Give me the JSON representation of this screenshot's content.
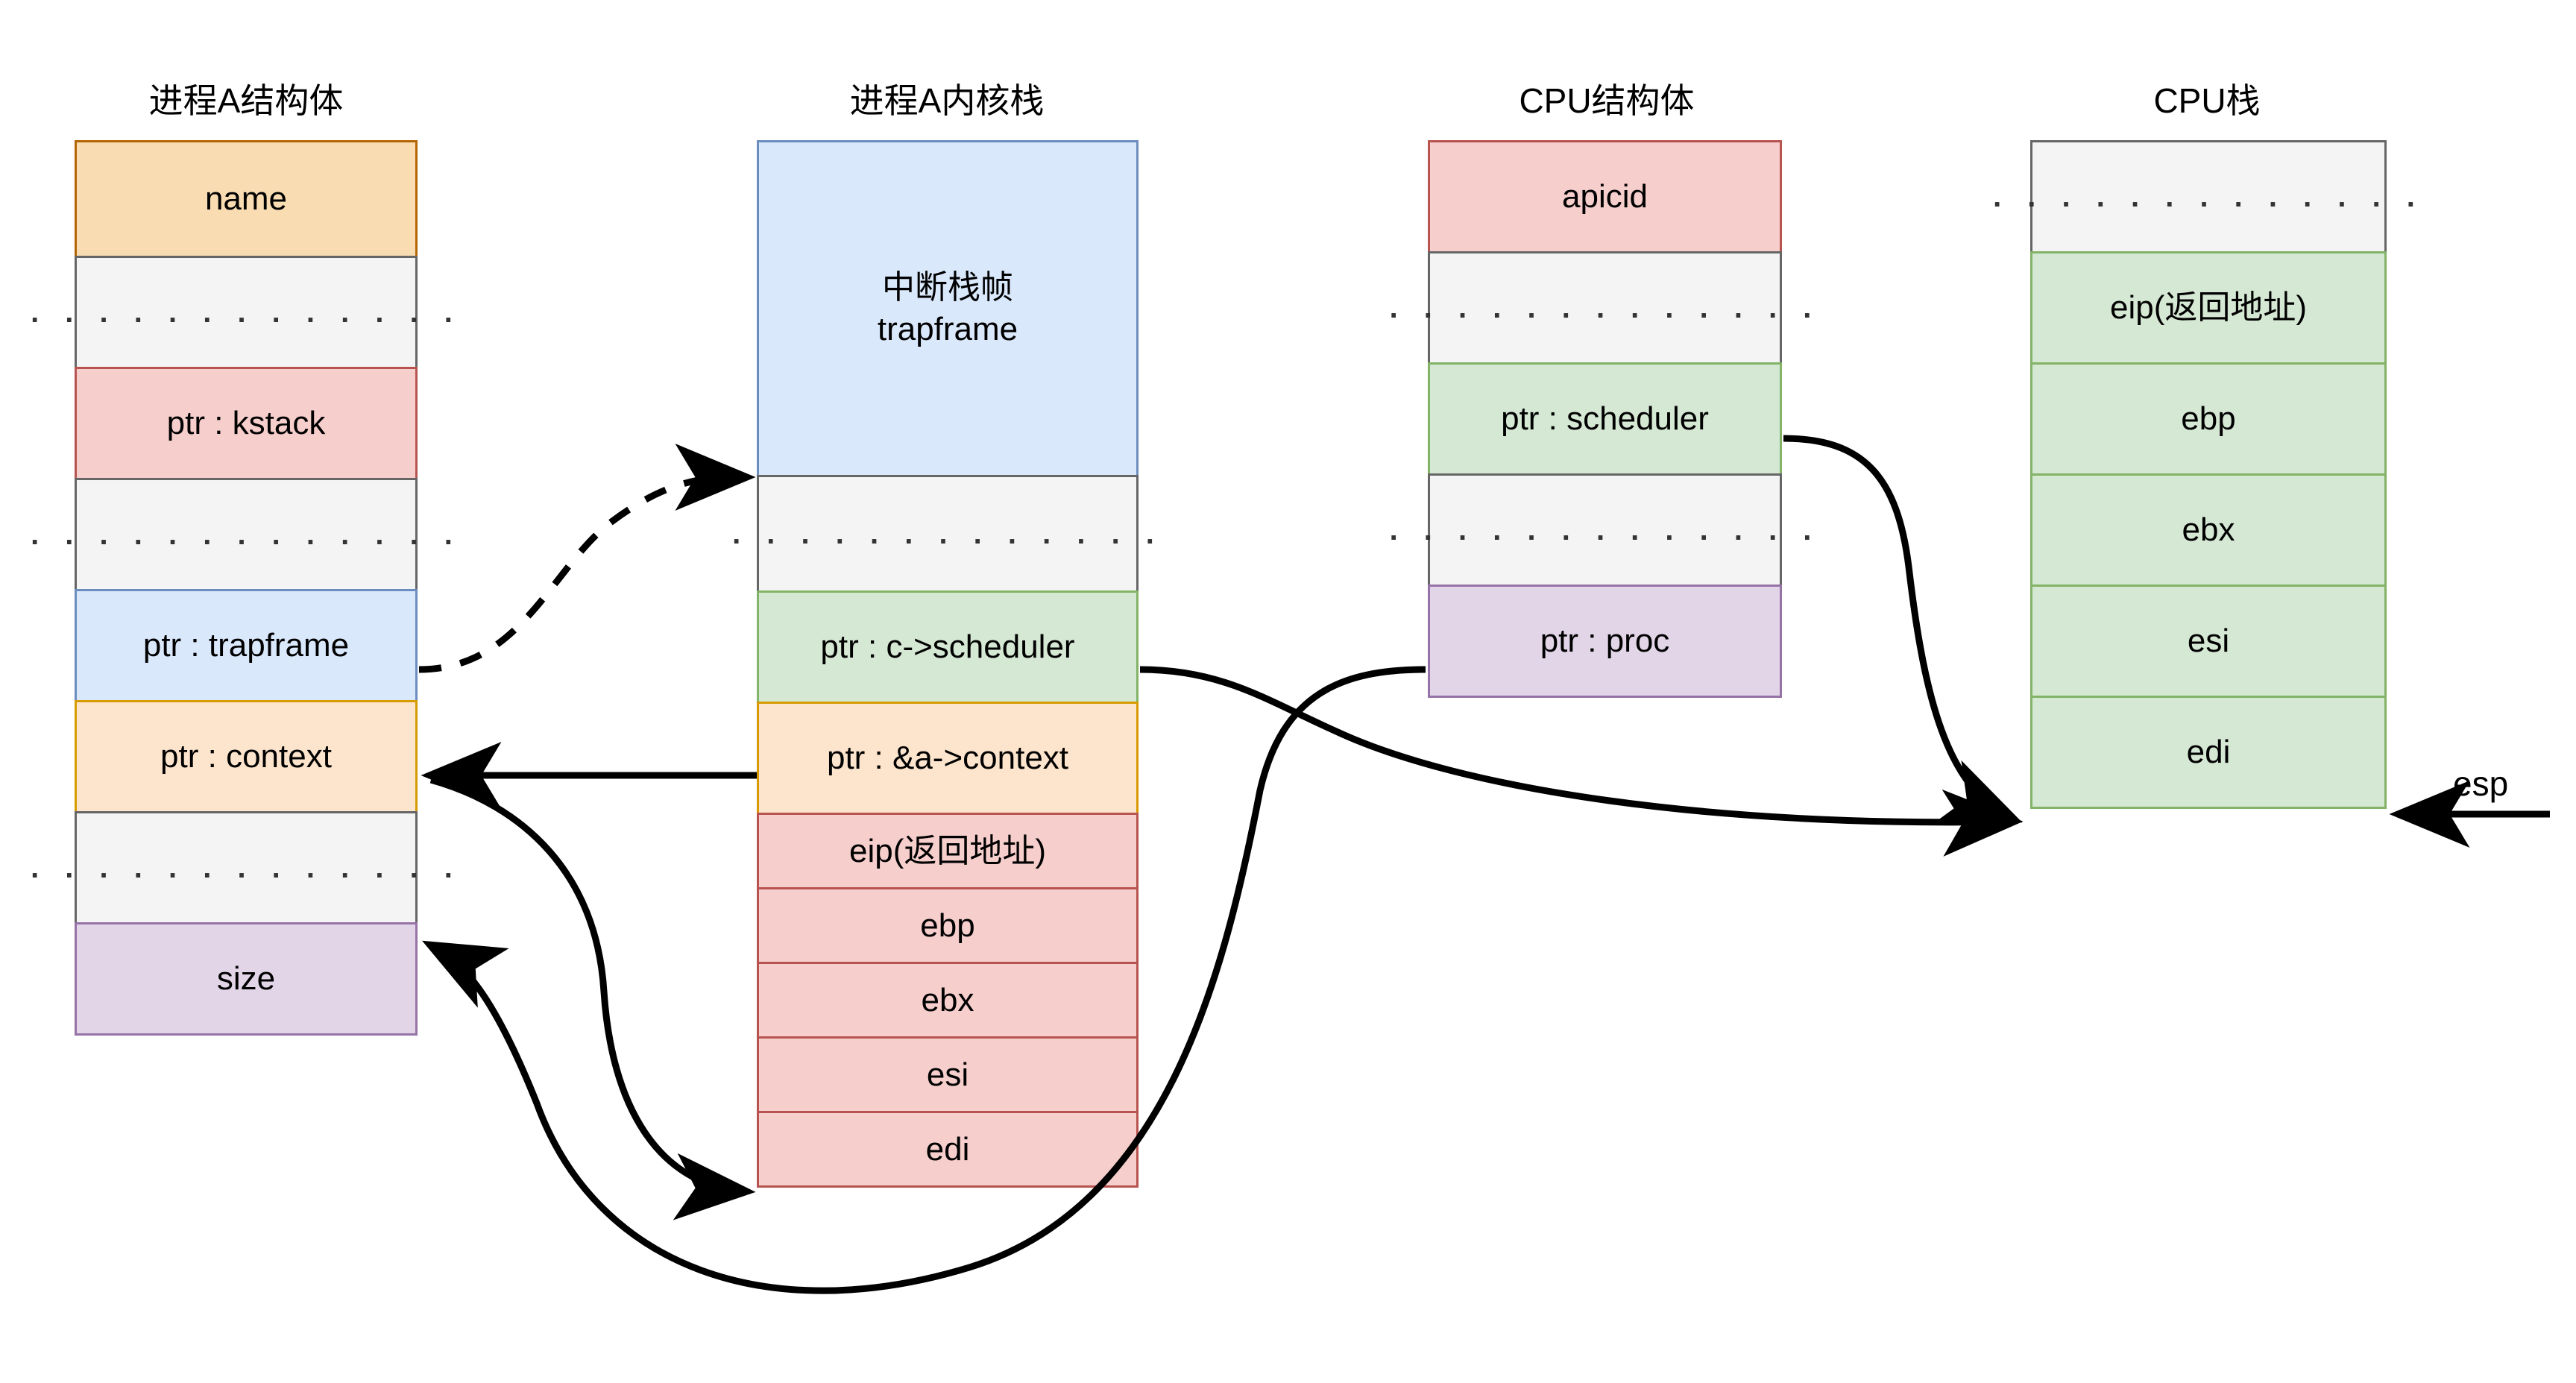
{
  "diagram": {
    "title_note": "xv6 process context switch diagram",
    "ellipsis_glyph": ". . . . . . . . . . . . .",
    "esp_label": "esp"
  },
  "columns": [
    {
      "id": "process-a-struct",
      "title": "进程A结构体",
      "rows": [
        {
          "label": "name",
          "style": "c-orange",
          "kind": "text"
        },
        {
          "label": ". . . . . . . . . . . . .",
          "style": "c-gray",
          "kind": "ellipsis"
        },
        {
          "label": "ptr : kstack",
          "style": "c-red",
          "kind": "text"
        },
        {
          "label": ". . . . . . . . . . . . .",
          "style": "c-gray",
          "kind": "ellipsis"
        },
        {
          "label": "ptr : trapframe",
          "style": "c-blue",
          "kind": "text"
        },
        {
          "label": "ptr : context",
          "style": "c-peach",
          "kind": "text"
        },
        {
          "label": ". . . . . . . . . . . . .",
          "style": "c-gray",
          "kind": "ellipsis"
        },
        {
          "label": "size",
          "style": "c-purple",
          "kind": "text"
        }
      ]
    },
    {
      "id": "process-a-kernel-stack",
      "title": "进程A内核栈",
      "rows": [
        {
          "label": "中断栈帧\ntrapframe",
          "style": "c-blue",
          "kind": "multiline"
        },
        {
          "label": ". . . . . . . . . . . . .",
          "style": "c-gray",
          "kind": "ellipsis"
        },
        {
          "label": "ptr : c->scheduler",
          "style": "c-green",
          "kind": "text"
        },
        {
          "label": "ptr : &a->context",
          "style": "c-peach",
          "kind": "text"
        },
        {
          "label": "eip(返回地址)",
          "style": "c-red",
          "kind": "text"
        },
        {
          "label": "ebp",
          "style": "c-red",
          "kind": "text"
        },
        {
          "label": "ebx",
          "style": "c-red",
          "kind": "text"
        },
        {
          "label": "esi",
          "style": "c-red",
          "kind": "text"
        },
        {
          "label": "edi",
          "style": "c-red",
          "kind": "text"
        }
      ]
    },
    {
      "id": "cpu-struct",
      "title": "CPU结构体",
      "rows": [
        {
          "label": "apicid",
          "style": "c-red",
          "kind": "text"
        },
        {
          "label": ". . . . . . . . . . . . .",
          "style": "c-gray",
          "kind": "ellipsis"
        },
        {
          "label": "ptr : scheduler",
          "style": "c-green",
          "kind": "text"
        },
        {
          "label": ". . . . . . . . . . . . .",
          "style": "c-gray",
          "kind": "ellipsis"
        },
        {
          "label": "ptr : proc",
          "style": "c-purple",
          "kind": "text"
        }
      ]
    },
    {
      "id": "cpu-stack",
      "title": "CPU栈",
      "rows": [
        {
          "label": ". . . . . . . . . . . . .",
          "style": "c-gray",
          "kind": "ellipsis"
        },
        {
          "label": "eip(返回地址)",
          "style": "c-green",
          "kind": "text"
        },
        {
          "label": "ebp",
          "style": "c-green",
          "kind": "text"
        },
        {
          "label": "ebx",
          "style": "c-green",
          "kind": "text"
        },
        {
          "label": "esi",
          "style": "c-green",
          "kind": "text"
        },
        {
          "label": "edi",
          "style": "c-green",
          "kind": "text"
        }
      ]
    }
  ],
  "connectors": [
    {
      "id": "trapframe-ptr-to-kstack-trapframe",
      "style": "dashed",
      "from": "ptr : trapframe",
      "to": "中断栈帧 trapframe"
    },
    {
      "id": "kstack-context-to-struct-context",
      "style": "solid",
      "from": "ptr : &a->context",
      "to": "ptr : context"
    },
    {
      "id": "struct-context-to-kstack-edi",
      "style": "solid",
      "from": "ptr : context",
      "to": "edi"
    },
    {
      "id": "cpu-proc-to-struct-size",
      "style": "solid",
      "from": "ptr : proc",
      "to": "size"
    },
    {
      "id": "kstack-scheduler-to-cpu-stack",
      "style": "solid",
      "from": "ptr : c->scheduler",
      "to": "CPU栈 bottom"
    },
    {
      "id": "cpu-scheduler-to-cpu-stack",
      "style": "solid",
      "from": "ptr : scheduler",
      "to": "CPU栈 bottom"
    },
    {
      "id": "esp-to-cpu-stack",
      "style": "solid",
      "from": "esp",
      "to": "CPU栈 bottom"
    }
  ],
  "palette": {
    "orange_fill": "#fadcb3",
    "orange_stroke": "#b46504",
    "peach_fill": "#fde4cc",
    "peach_stroke": "#d79b00",
    "red_fill": "#f6cecc",
    "red_stroke": "#b85450",
    "blue_fill": "#dae8fc",
    "blue_stroke": "#6c8ebf",
    "green_fill": "#d5e8d4",
    "green_stroke": "#82b366",
    "purple_fill": "#e1d5e7",
    "purple_stroke": "#9673a6",
    "gray_fill": "#f4f4f4",
    "gray_stroke": "#666666",
    "line": "#000000"
  }
}
